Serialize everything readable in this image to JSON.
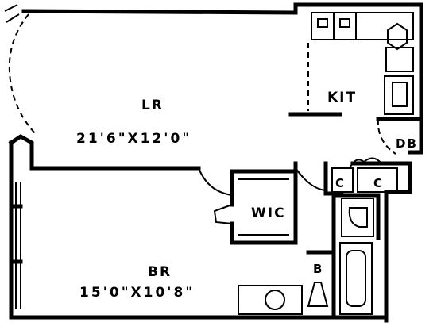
{
  "rooms": {
    "living": {
      "name": "LR",
      "dimensions": "21'6\"X12'0\""
    },
    "kitchen": {
      "name": "KIT"
    },
    "bedroom": {
      "name": "BR",
      "dimensions": "15'0\"X10'8\""
    },
    "walk_in_closet": {
      "name": "WIC"
    }
  },
  "closets": {
    "c1": "C",
    "c2": "C",
    "db": "DB",
    "b": "B"
  }
}
